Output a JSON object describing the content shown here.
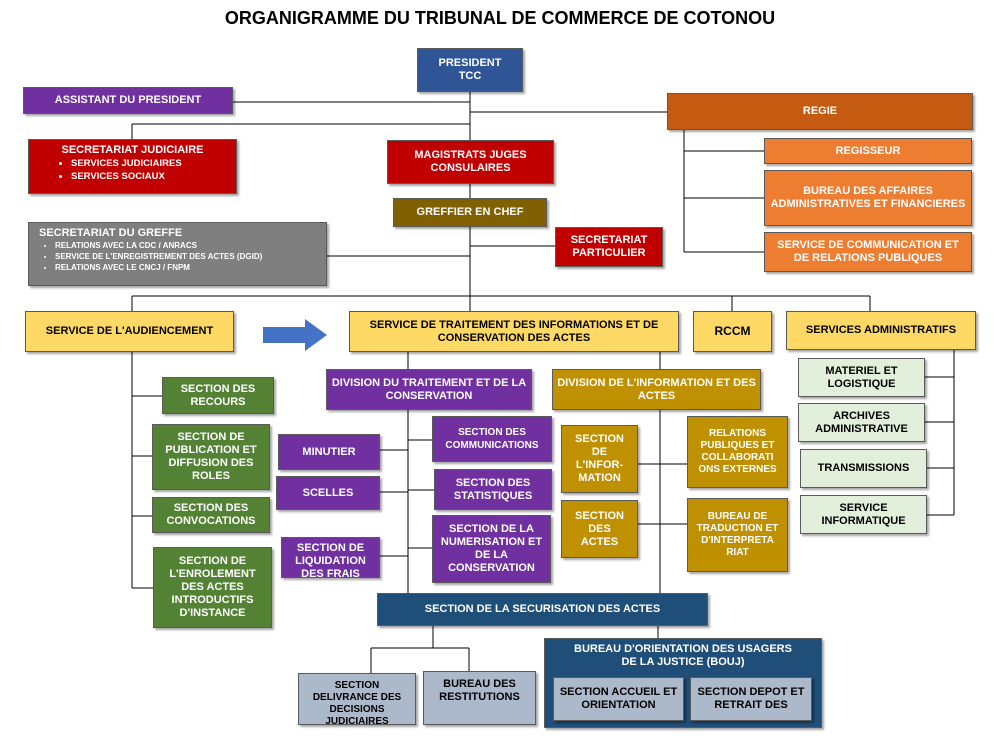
{
  "title": "ORGANIGRAMME DU TRIBUNAL DE COMMERCE DE COTONOU",
  "boxes": {
    "president": "PRESIDENT TCC",
    "assistant": "ASSISTANT DU PRESIDENT",
    "regie": "REGIE",
    "secretariat_judiciaire": {
      "title": "SECRETARIAT JUDICIAIRE",
      "items": [
        "SERVICES JUDICIAIRES",
        "SERVICES SOCIAUX"
      ]
    },
    "magistrats": "MAGISTRATS JUGES CONSULAIRES",
    "regisseur": "REGISSEUR",
    "bureau_affaires": "BUREAU DES AFFAIRES ADMINISTRATIVES ET FINANCIERES",
    "greffier": "GREFFIER EN CHEF",
    "secretariat_greffe": {
      "title": "SECRETARIAT DU GREFFE",
      "items": [
        "RELATIONS AVEC LA CDC / ANRACS",
        "SERVICE DE L'ENREGISTREMENT DES ACTES (DGID)",
        "RELATIONS AVEC LE CNCJ / FNPM"
      ]
    },
    "secretariat_particulier": "SECRETARIAT PARTICULIER",
    "service_communication": "SERVICE DE COMMUNICATION ET DE RELATIONS PUBLIQUES",
    "audiencement": "SERVICE DE L'AUDIENCEMENT",
    "stica": "SERVICE DE TRAITEMENT DES INFORMATIONS ET DE CONSERVATION DES ACTES",
    "rccm": "RCCM",
    "services_admin": "SERVICES ADMINISTRATIFS",
    "materiel": "MATERIEL ET LOGISTIQUE",
    "archives": "ARCHIVES ADMINISTRATIVE",
    "transmissions": "TRANSMISSIONS",
    "informatique": "SERVICE INFORMATIQUE",
    "section_recours": "SECTION DES RECOURS",
    "section_publication": "SECTION DE PUBLICATION ET DIFFUSION DES ROLES",
    "section_convocations": "SECTION DES CONVOCATIONS",
    "section_enrolement": "SECTION DE L'ENROLEMENT DES ACTES INTRODUCTIFS D'INSTANCE",
    "division_traitement": "DIVISION DU TRAITEMENT ET DE LA CONSERVATION",
    "division_information": "DIVISION DE L'INFORMATION ET DES ACTES",
    "minutier": "MINUTIER",
    "scelles": "SCELLES",
    "section_liquidation": "SECTION DE LIQUIDATION DES FRAIS",
    "section_communications": "SECTION DES COMMUNICATIONS",
    "section_statistiques": "SECTION DES STATISTIQUES",
    "section_numerisation": "SECTION DE LA NUMERISATION ET DE LA CONSERVATION",
    "section_information": "SECTION DE L'INFOR-MATION",
    "section_actes": "SECTION DES ACTES",
    "relations_publiques": "RELATIONS PUBLIQUES ET COLLABORATI ONS EXTERNES",
    "bureau_traduction": "BUREAU DE TRADUCTION ET D'INTERPRETA RIAT",
    "section_securisation": "SECTION DE LA SECURISATION DES ACTES",
    "bouj": "BUREAU D'ORIENTATION DES USAGERS DE LA JUSTICE (BOUJ)",
    "section_delivrance": "SECTION DELIVRANCE DES DECISIONS JUDICIAIRES",
    "bureau_restitutions": "BUREAU DES RESTITUTIONS",
    "section_accueil": "SECTION ACCUEIL ET ORIENTATION",
    "section_depot": "SECTION DEPOT ET RETRAIT DES"
  },
  "arrow_icon": "right-arrow-icon",
  "colors": {
    "navy_blue": "#2f5597",
    "purple": "#7030a0",
    "red": "#c00000",
    "gray": "#7f7f7f",
    "olive": "#806000",
    "orange": "#c55a11",
    "light_orange": "#ed7d31",
    "yellow": "#ffd966",
    "gold": "#bf9000",
    "green": "#548235",
    "light_green": "#e2efda",
    "dark_blue": "#1f4e79",
    "steel": "#acb9ca"
  }
}
